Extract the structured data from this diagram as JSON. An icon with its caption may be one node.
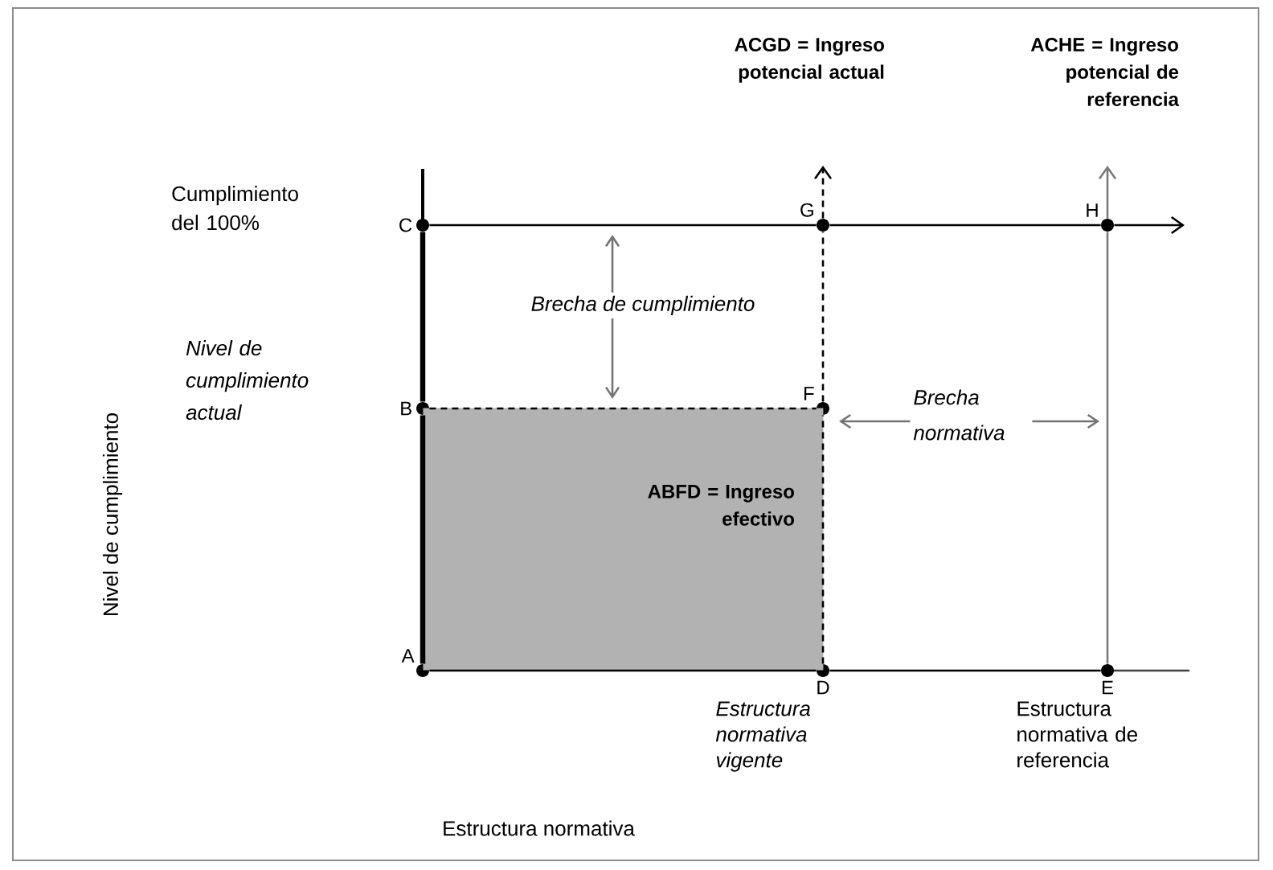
{
  "diagram": {
    "nodes": [
      {
        "text": [
          "C"
        ]
      },
      {
        "text": [
          "G"
        ]
      },
      {
        "text": [
          "H"
        ]
      },
      {
        "text": [
          "B"
        ]
      },
      {
        "text": [
          "F"
        ]
      },
      {
        "text": [
          "A"
        ]
      },
      {
        "text": [
          "D"
        ],
        "beside": [
          "Estructura normativa vigente"
        ]
      },
      {
        "text": [
          "E"
        ],
        "beside": [
          "Estructura normativa de referencia"
        ]
      },
      {
        "text": [
          "ABFD = Ingreso efectivo"
        ]
      }
    ],
    "edges": [
      {
        "from": 0,
        "to": 1,
        "arrow": "none"
      },
      {
        "from": 1,
        "to": 2,
        "arrow": "none"
      },
      {
        "from": 3,
        "to": 4,
        "arrow": "none",
        "style": "dashed"
      },
      {
        "from": 5,
        "to": 6,
        "arrow": "none"
      },
      {
        "from": 6,
        "to": 7,
        "arrow": "none"
      },
      {
        "from": 5,
        "to": 3,
        "arrow": "none",
        "style": "thick"
      },
      {
        "from": 3,
        "to": 0,
        "arrow": "none",
        "style": "thick"
      },
      {
        "from": 6,
        "to": 4,
        "arrow": "none",
        "style": "dashed"
      },
      {
        "from": 4,
        "to": 1,
        "arrow": "none",
        "style": "dashed"
      },
      {
        "from": 7,
        "to": 2,
        "arrow": "none",
        "color": "#7a7a7a"
      },
      {
        "from": 1,
        "to": null,
        "arrow": "to",
        "style": "dashed"
      },
      {
        "from": 2,
        "to": null,
        "arrow": "to",
        "color": "#7a7a7a"
      },
      {
        "from": 2,
        "to": null,
        "arrow": "to"
      }
    ],
    "labels": [
      "ACGD = Ingreso potencial actual",
      "ACHE = Ingreso potencial de referencia",
      "Cumplimiento del 100%",
      "Brecha de cumplimiento",
      "Nivel de cumplimiento actual",
      "Brecha normativa",
      "Nivel de cumplimiento",
      "Estructura normativa"
    ]
  }
}
